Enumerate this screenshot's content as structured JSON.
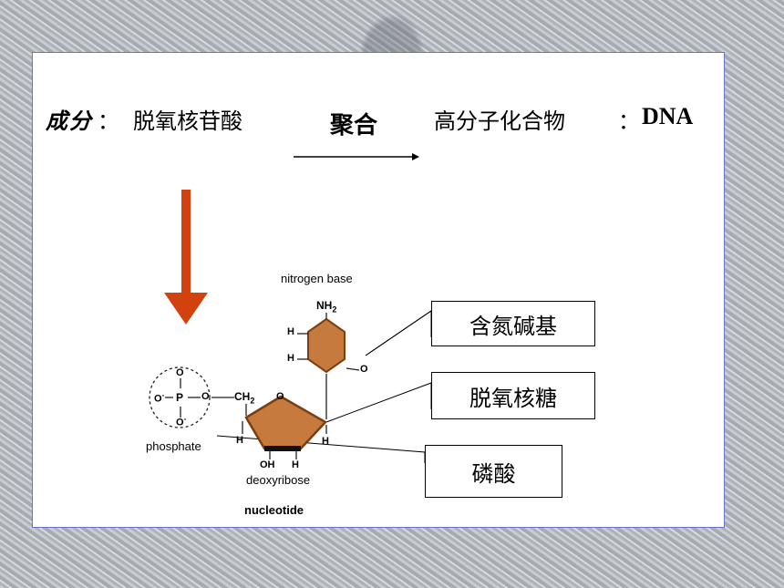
{
  "top_line": {
    "composition_label": "成分",
    "colon": "：",
    "component": "脱氧核苷酸",
    "process": "聚合",
    "polymer_label": "高分子化合物",
    "polymer_name": "DNA"
  },
  "diagram": {
    "nitrogen_base_caption": "nitrogen base",
    "phosphate_caption": "phosphate",
    "deoxyribose_caption": "deoxyribose",
    "nucleotide_caption": "nucleotide",
    "nh2": "NH",
    "nh2_sub": "2",
    "ch2": "CH",
    "ch2_sub": "2",
    "oh": "OH"
  },
  "callouts": {
    "base": "含氮碱基",
    "sugar": "脱氧核糖",
    "phosphate": "磷酸"
  },
  "colors": {
    "arrow": "#d2420f",
    "ring_fill": "#c77a3d",
    "ring_dark": "#7a3e10"
  }
}
